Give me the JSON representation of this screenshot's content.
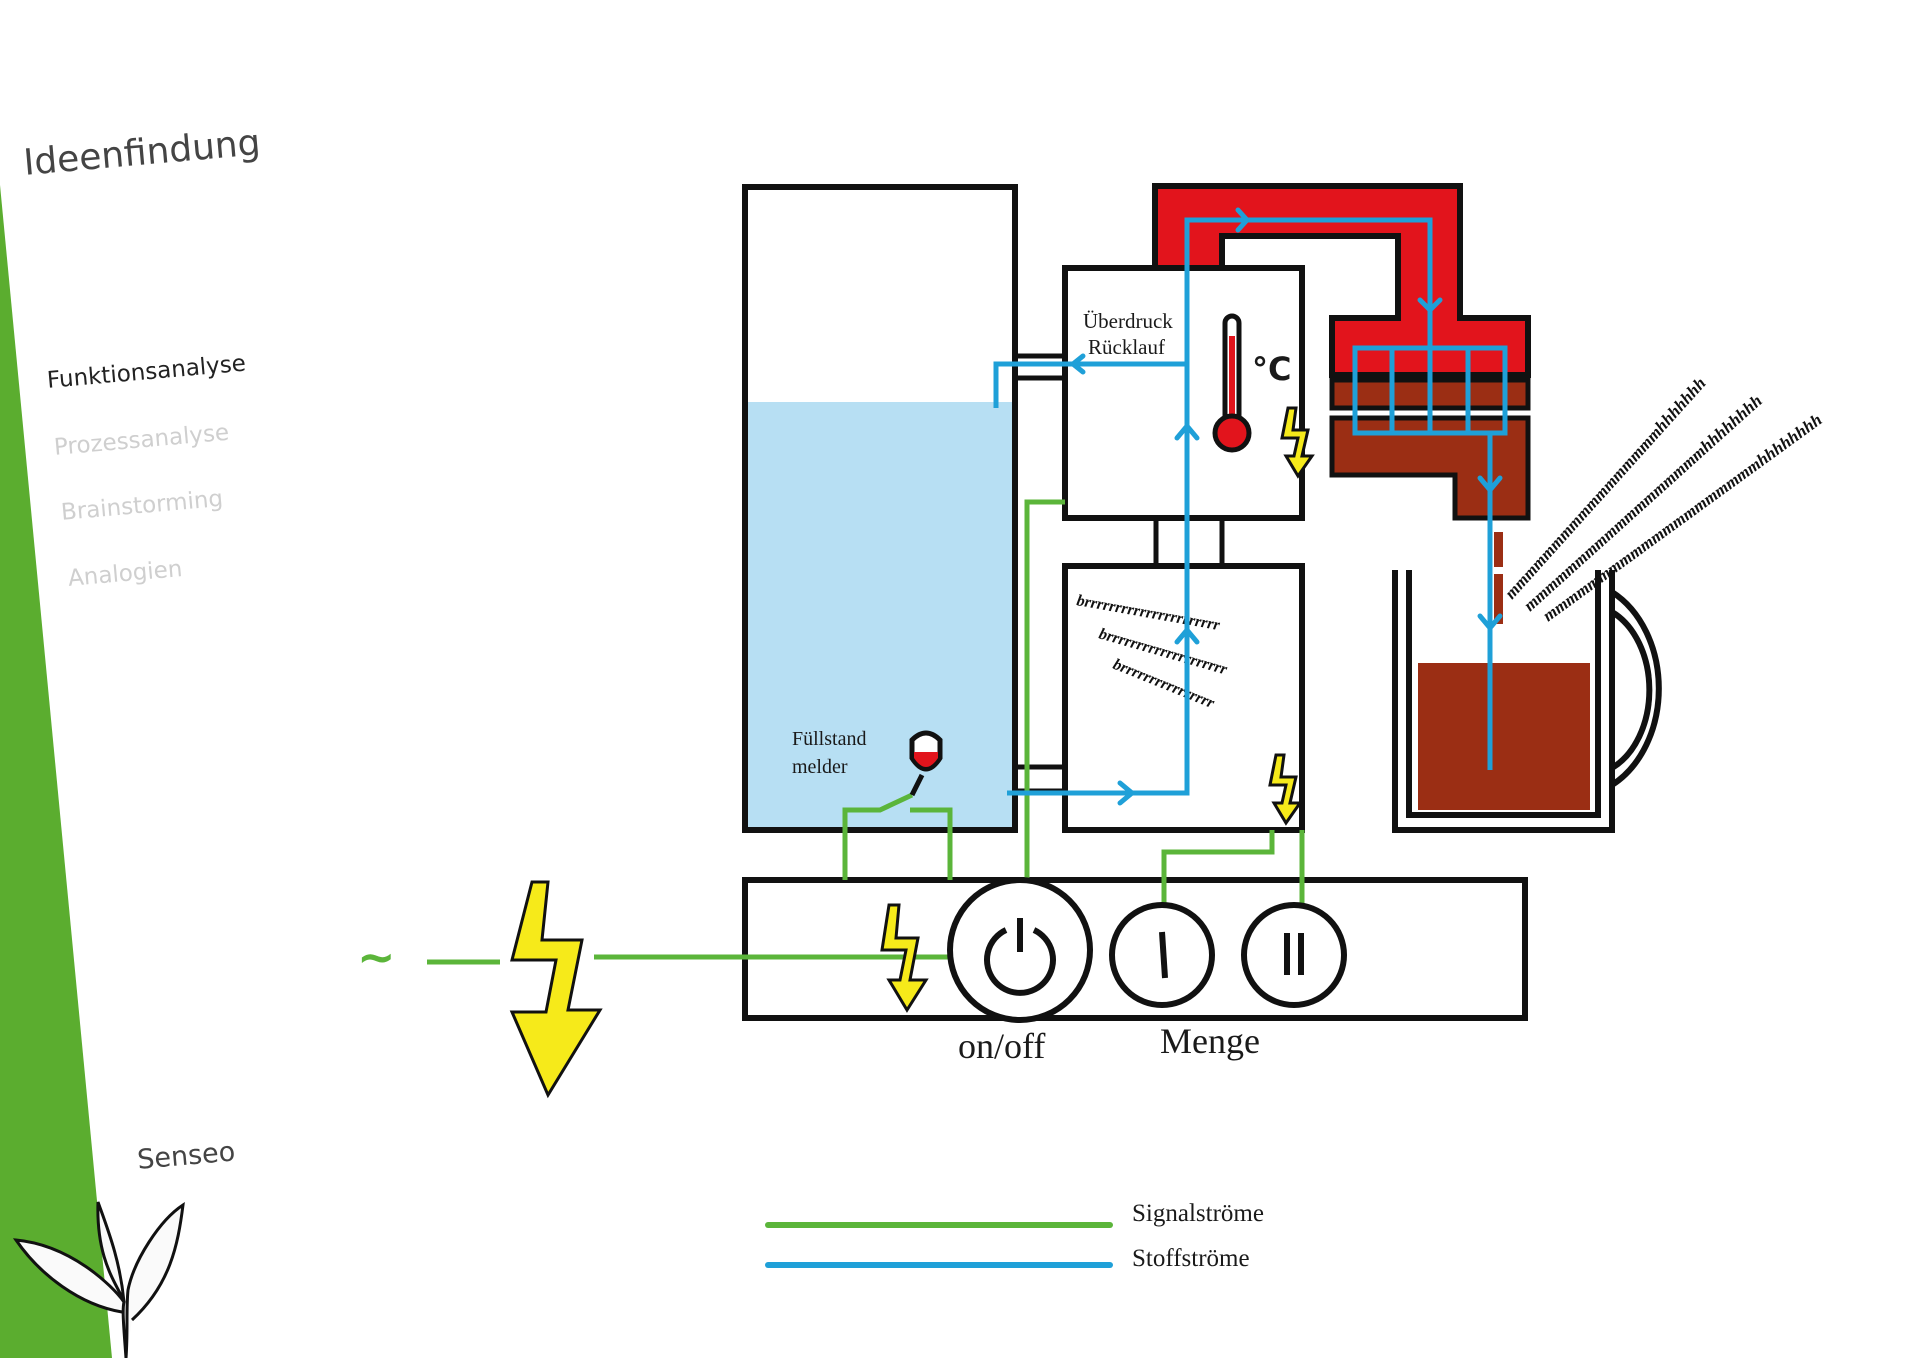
{
  "sidebar": {
    "section_title": "Ideenfindung",
    "nav_items": [
      {
        "label": "Funktionsanalyse",
        "state": "active"
      },
      {
        "label": "Prozessanalyse",
        "state": "inactive"
      },
      {
        "label": "Brainstorming",
        "state": "inactive"
      },
      {
        "label": "Analogien",
        "state": "inactive"
      }
    ],
    "footer_label": "Senseo",
    "accent_color": "#5bad2f"
  },
  "diagram": {
    "labels": {
      "overpressure_1": "Überdruck",
      "overpressure_2": "Rücklauf",
      "celsius": "°C",
      "level_sensor_1": "Füllstand",
      "level_sensor_2": "melder",
      "pump_noise_1": "brrrrrrrrrrrrrrrrrrrrrr",
      "pump_noise_2": "brrrrrrrrrrrrrrrrrrrr",
      "pump_noise_3": "brrrrrrrrrrrrrrrr",
      "aroma_1": "mmmmmmmmmmmmmmmmmhhhhhhh",
      "aroma_2": "mmmmmmmmmmmmmmmmmmhhhhhhhh",
      "aroma_3": "mmmmmmmmmmmmmmmmmmmmhhhhhhhh",
      "power_input": "~",
      "on_off": "on/off",
      "amount": "Menge",
      "button_one_cup": "I",
      "button_two_cups": "II"
    },
    "legend": [
      {
        "label": "Signalströme",
        "color": "#5bb53a"
      },
      {
        "label": "Stoffströme",
        "color": "#1fa0d8"
      }
    ],
    "colors": {
      "signal": "#5bb53a",
      "material": "#1fa0d8",
      "water": "#b7dff3",
      "heater": "#e2141c",
      "coffee": "#9b2e14",
      "lightning": "#f6ea1a"
    }
  }
}
